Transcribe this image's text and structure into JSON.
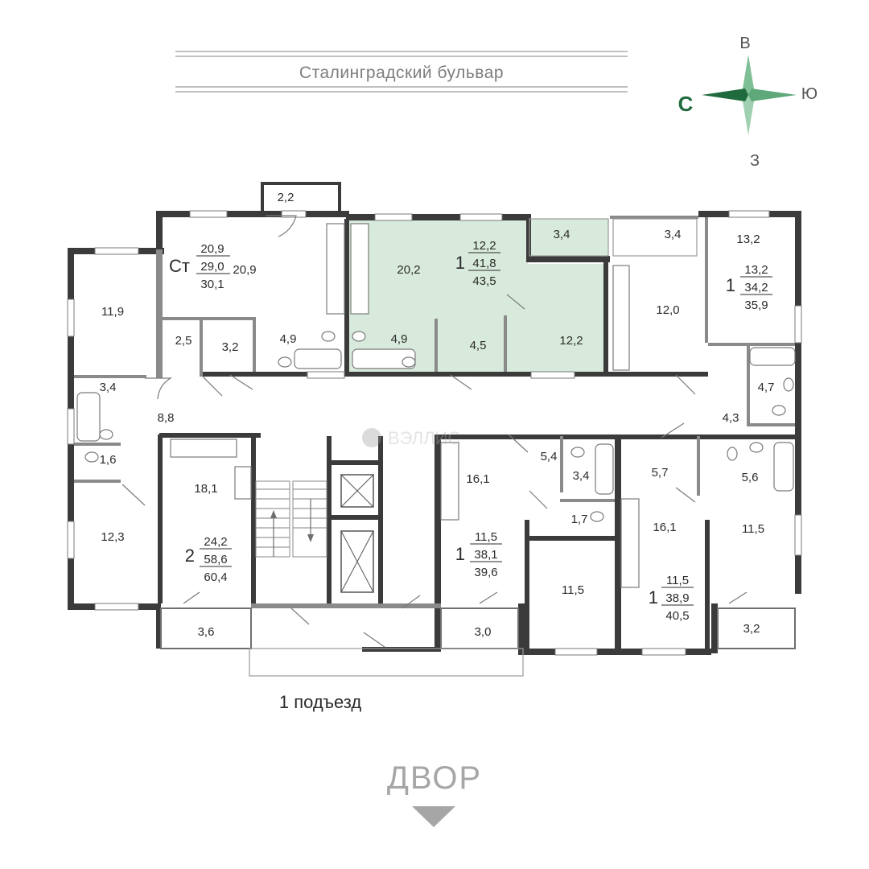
{
  "street": "Сталинградский бульвар",
  "compass": {
    "north": "С",
    "east": "В",
    "south": "Ю",
    "west": "З"
  },
  "entrance": "1 подъезд",
  "yard": "ДВОР",
  "accent_color": "#d8eadb",
  "compass_color": "#1f6b3d",
  "rooms": {
    "r_2_2": "2,2",
    "r_20_9": "20,9",
    "r_20_2": "20,2",
    "r_3_4a": "3,4",
    "r_3_4b": "3,4",
    "r_13_2": "13,2",
    "r_11_9": "11,9",
    "r_2_5": "2,5",
    "r_3_2a": "3,2",
    "r_4_9a": "4,9",
    "r_4_9b": "4,9",
    "r_4_5": "4,5",
    "r_12_2": "12,2",
    "r_12_0": "12,0",
    "r_3_4c": "3,4",
    "r_8_8": "8,8",
    "r_4_7": "4,7",
    "r_4_3": "4,3",
    "r_1_6": "1,6",
    "r_18_1": "18,1",
    "r_16_1a": "16,1",
    "r_5_4": "5,4",
    "r_3_4d": "3,4",
    "r_5_7": "5,7",
    "r_5_6": "5,6",
    "r_1_7": "1,7",
    "r_16_1b": "16,1",
    "r_11_5a": "11,5",
    "r_12_3": "12,3",
    "r_11_5b": "11,5",
    "r_3_6": "3,6",
    "r_3_0": "3,0",
    "r_3_2b": "3,2"
  },
  "apartments": [
    {
      "id": "studio",
      "rooms": "Ст",
      "living": "20,9",
      "total": "29,0",
      "full": "30,1"
    },
    {
      "id": "one-a",
      "rooms": "1",
      "living": "12,2",
      "total": "41,8",
      "full": "43,5"
    },
    {
      "id": "one-b",
      "rooms": "1",
      "living": "13,2",
      "total": "34,2",
      "full": "35,9"
    },
    {
      "id": "two-a",
      "rooms": "2",
      "living": "24,2",
      "total": "58,6",
      "full": "60,4"
    },
    {
      "id": "one-c",
      "rooms": "1",
      "living": "11,5",
      "total": "38,1",
      "full": "39,6"
    },
    {
      "id": "one-d",
      "rooms": "1",
      "living": "11,5",
      "total": "38,9",
      "full": "40,5"
    }
  ]
}
